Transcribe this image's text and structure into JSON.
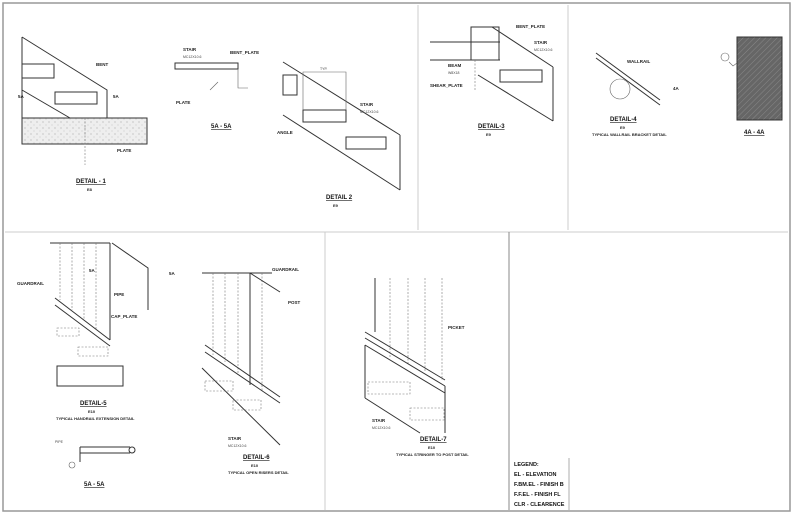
{
  "details": {
    "d1": {
      "title": "DETAIL - 1",
      "scale": "E8",
      "labels": {
        "plate": "PLATE",
        "bent": "BENT",
        "cut": "5A"
      }
    },
    "s5a_top": {
      "title": "5A - 5A",
      "stair": "STAIR",
      "stair_sub": "MC12X10.6",
      "bent_plate": "BENT_PLATE",
      "plate": "PLATE"
    },
    "d2": {
      "title": "DETAIL 2",
      "scale": "E9",
      "stair": "STAIR",
      "stair_sub": "MC12X10.6",
      "angle": "ANGLE",
      "typ": "TYP."
    },
    "d3": {
      "title": "DETAIL-3",
      "scale": "E9",
      "bent_plate": "BENT_PLATE",
      "stair": "STAIR",
      "stair_sub": "MC12X10.6",
      "beam": "BEAM",
      "beam_sub": "W8X18",
      "shear_plate": "SHEAR_PLATE"
    },
    "d4": {
      "title": "DETAIL-4",
      "scale": "E9",
      "caption": "TYPICAL WALLRAIL BRACKET DETAIL",
      "wallrail": "WALLRAIL",
      "cut": "4A"
    },
    "s4a": {
      "title": "4A - 4A"
    },
    "d5": {
      "title": "DETAIL-5",
      "scale": "E10",
      "caption": "TYPICAL HANDRAIL EXTENSION DETAIL",
      "guardrail": "GUARDRAIL",
      "pipe": "PIPE",
      "cap_plate": "CAP_PLATE",
      "cut": "5A"
    },
    "s5a_bottom": {
      "title": "5A - 5A",
      "pipe": "PIPE"
    },
    "d6": {
      "title": "DETAIL-6",
      "scale": "E10",
      "caption": "TYPICAL OPEN RISERS DETAIL",
      "guardrail": "GUARDRAIL",
      "post": "POST",
      "stair": "STAIR",
      "stair_sub": "MC12X10.6"
    },
    "d7": {
      "title": "DETAIL-7",
      "scale": "E10",
      "caption": "TYPICAL STRINGER TO POST DETAIL",
      "picket": "PICKET",
      "stair": "STAIR",
      "stair_sub": "MC12X10.6"
    }
  },
  "legend": {
    "title": "LEGEND:",
    "items": [
      "EL - ELEVATION",
      "F.BM.EL - FINISH B",
      "F.F.EL - FINISH FL",
      "CLR - CLEARENCE"
    ]
  }
}
